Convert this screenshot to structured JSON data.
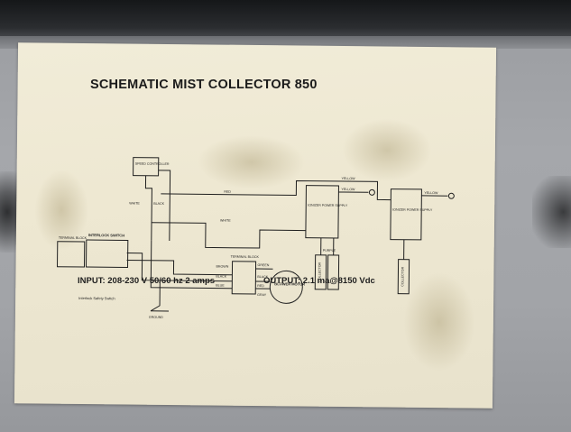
{
  "label": {
    "title": "SCHEMATIC MIST COLLECTOR 850",
    "input_spec": "INPUT: 208-230 V   50/60 hz   2 amps",
    "output_spec": "OUTPUT: 2.1 ma@8150 Vdc",
    "components": {
      "interlock_switch": "INTERLOCK SWITCH",
      "terminal_block_left": "TERMINAL BLOCK",
      "terminal_block_center": "TERMINAL BLOCK",
      "blower_motor": "BLOWER MOTOR",
      "speed_controller": "SPEED CONTROLLER",
      "ionizer_supply": "IONIZER POWER SUPPLY",
      "collector_supply": "IONIZER POWER SUPPLY",
      "collector_left": "COLLECTOR",
      "collector_right": "COLLECTOR",
      "safety_note": "Interlock Safety Switch",
      "ground_label": "GROUND"
    },
    "wire_labels": {
      "yellow_1": "YELLOW",
      "yellow_2": "YELLOW",
      "yellow_3": "YELLOW",
      "white": "WHITE",
      "black": "BLACK",
      "white_long": "WHITE",
      "red": "RED",
      "brown": "BROWN",
      "black_2": "BLACK",
      "blue": "BLUE",
      "green": "GREEN",
      "black_3": "BLACK",
      "red_2": "RED",
      "gray": "GRAY",
      "purple": "PURPLE"
    }
  }
}
